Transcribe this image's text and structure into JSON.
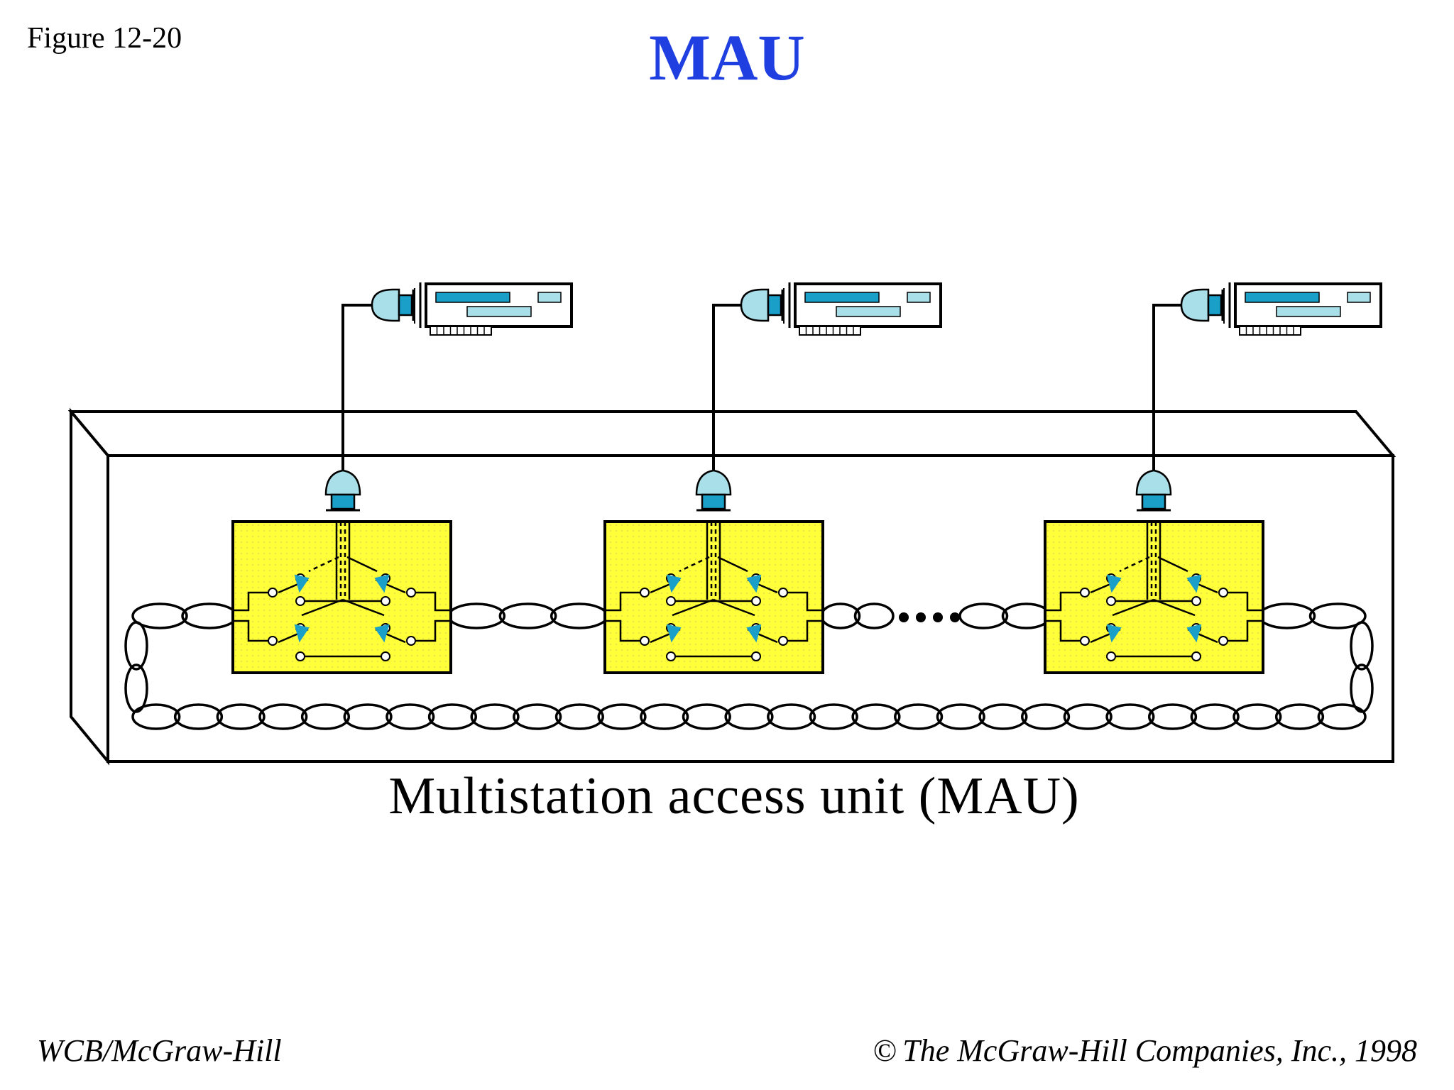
{
  "header": {
    "figure_label": "Figure 12-20",
    "title": "MAU"
  },
  "diagram": {
    "caption": "Multistation access unit  (MAU)",
    "station_count_shown": 3,
    "colors": {
      "title": "#1f3fe0",
      "port_box": "#ffff3a",
      "connector": "#a9dfe8",
      "accent": "#1aa0c8",
      "line": "#000000"
    },
    "icons": [
      "computer-icon",
      "connector-icon",
      "relay-switch-icon",
      "ellipsis-dots-icon"
    ]
  },
  "footer": {
    "publisher": "WCB/McGraw-Hill",
    "copyright_symbol": "©",
    "copyright_text": "The McGraw-Hill Companies, Inc., 1998"
  }
}
